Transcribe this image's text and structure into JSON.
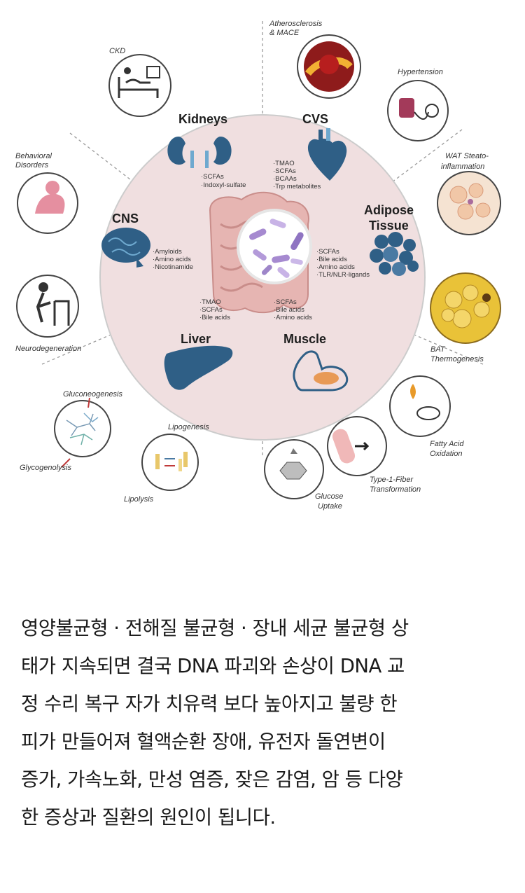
{
  "diagram": {
    "organs": {
      "kidneys": {
        "title": "Kidneys",
        "items": [
          "·SCFAs",
          "·Indoxyl-sulfate"
        ]
      },
      "cvs": {
        "title": "CVS",
        "items": [
          "·TMAO",
          "·SCFAs",
          "·BCAAs",
          "·Trp metabolites"
        ]
      },
      "cns": {
        "title": "CNS",
        "items": [
          "·Amyloids",
          "·Amino acids",
          "·Nicotinamide"
        ]
      },
      "adipose": {
        "title_line1": "Adipose",
        "title_line2": "Tissue",
        "items": [
          "·SCFAs",
          "·Bile acids",
          "·Amino acids",
          "·TLR/NLR-ligands"
        ]
      },
      "liver": {
        "title": "Liver",
        "items": [
          "·TMAO",
          "·SCFAs",
          "·Bile acids"
        ]
      },
      "muscle": {
        "title": "Muscle",
        "items": [
          "·SCFAs",
          "·Bile acids",
          "·Amino acids"
        ]
      }
    },
    "outer_labels": {
      "ckd": "CKD",
      "athero_line1": "Atherosclerosis",
      "athero_line2": "& MACE",
      "hypertension": "Hypertension",
      "behavioral_line1": "Behavioral",
      "behavioral_line2": "Disorders",
      "wat_line1": "WAT Steato-",
      "wat_line2": "inflammation",
      "neuro": "Neurodegeneration",
      "bat_line1": "BAT",
      "bat_line2": "Thermogenesis",
      "gluconeo": "Gluconeogenesis",
      "glycogeno": "Glycogenolysis",
      "lipogenesis": "Lipogenesis",
      "lipolysis": "Lipolysis",
      "glucose_line1": "Glucose",
      "glucose_line2": "Uptake",
      "type1_line1": "Type-1-Fiber",
      "type1_line2": "Transformation",
      "fatty_line1": "Fatty Acid",
      "fatty_line2": "Oxidation"
    },
    "colors": {
      "circle_fill": "#f0dfe0",
      "organ_blue": "#2f5f86",
      "gut_pink": "#d9a0a0",
      "bacteria_purple": "#a68ad0"
    }
  },
  "body_text": {
    "lines": [
      "영양불균형 · 전해질 불균형 · 장내 세균 불균형 상",
      "태가 지속되면 결국 DNA 파괴와 손상이 DNA 교",
      "정 수리 복구 자가 치유력 보다 높아지고 불량 한",
      "피가 만들어져 혈액순환 장애, 유전자 돌연변이",
      "증가, 가속노화, 만성 염증, 잦은 감염, 암 등 다양",
      "한 증상과 질환의 원인이 됩니다."
    ]
  }
}
